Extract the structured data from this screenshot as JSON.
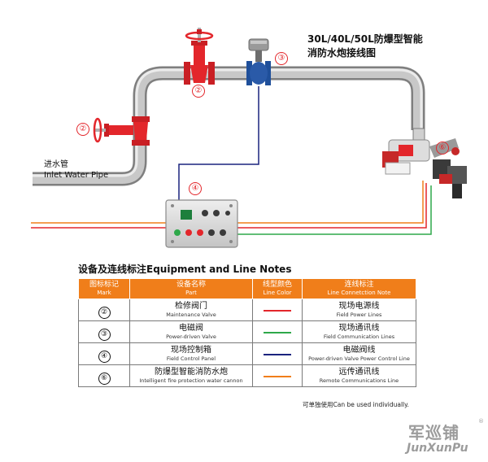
{
  "title_line1": "30L/40L/50L防爆型智能",
  "title_line2": "消防水炮接线图",
  "inlet_label_zh": "进水管",
  "inlet_label_en": "Inlet Water Pipe",
  "markers": [
    "②",
    "②",
    "③",
    "④",
    "⑥"
  ],
  "colors": {
    "pipe": "#b8b8b8",
    "valve": "#e3262b",
    "solenoid": "#2a5aa8",
    "power_line": "#e3262b",
    "comm_line": "#2ea84a",
    "valve_power_line": "#1a237e",
    "remote_line": "#f07e1a",
    "table_header": "#f07e1a"
  },
  "notes": {
    "title": "设备及连线标注Equipment and Line Notes",
    "headers": [
      {
        "zh": "图标标记",
        "en": "Mark"
      },
      {
        "zh": "设备名称",
        "en": "Part"
      },
      {
        "zh": "线型颜色",
        "en": "Line Color"
      },
      {
        "zh": "连线标注",
        "en": "Line Connetction Note"
      }
    ],
    "rows": [
      {
        "mark": "②",
        "part_zh": "检修阀门",
        "part_en": "Maintenance Valve",
        "line_color": "#e3262b",
        "note_zh": "现场电源线",
        "note_en": "Field Power Lines"
      },
      {
        "mark": "③",
        "part_zh": "电磁阀",
        "part_en": "Power-driven Valve",
        "line_color": "#2ea84a",
        "note_zh": "现场通讯线",
        "note_en": "Field Communication Lines"
      },
      {
        "mark": "④",
        "part_zh": "现场控制箱",
        "part_en": "Field Control Panel",
        "line_color": "#1a237e",
        "note_zh": "电磁阀线",
        "note_en": "Power-driven Valve Power Control Line"
      },
      {
        "mark": "⑥",
        "part_zh": "防爆型智能消防水炮",
        "part_en": "Intelligent fire protection water cannon",
        "line_color": "#f07e1a",
        "note_zh": "远传通讯线",
        "note_en": "Remote Communications Line"
      }
    ],
    "footnote": "可单独使用Can be used individually."
  },
  "brand": {
    "zh": "军巡铺",
    "reg": "®",
    "en": "JunXunPu"
  }
}
